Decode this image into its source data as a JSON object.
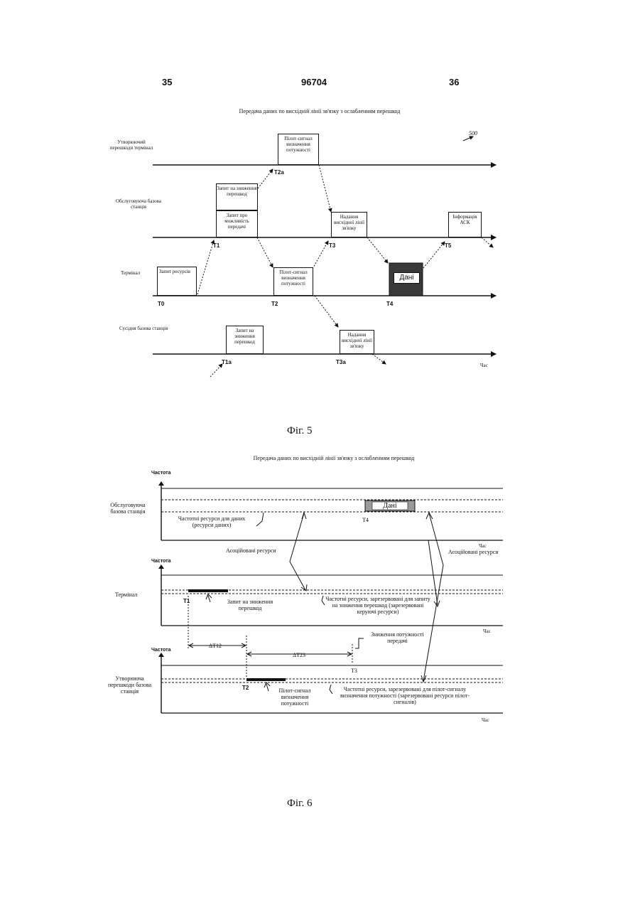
{
  "header": {
    "page_left": "35",
    "doc_number": "96704",
    "page_right": "36"
  },
  "fig5": {
    "title": "Передача даних по висхідній лінії зв'язку з ослабленням перешкод",
    "ref_number": "500",
    "rows": {
      "interfering_terminal": "Утворюючий перешкоди термінал",
      "serving_bs": "Обслуговуюча базова станція",
      "terminal": "Термінал",
      "neighbor_bs": "Сусідня базова станція"
    },
    "boxes": {
      "pilot_top": "Пілот-сигнал визначення потужності",
      "reduce_req": "Запит на зниження перешкод",
      "tx_capability": "Запит про можливість передачі",
      "uplink_grant": "Надання висхідної лінії зв'язку",
      "ack_info": "Інформація АСК",
      "resource_req": "Запит ресурсів",
      "pilot_terminal": "Пілот-сигнал визначення потужності",
      "data": "Дані",
      "neighbor_reduce_req": "Запит на зниження перешкод",
      "neighbor_grant": "Надання висхідної лінії зв'язку"
    },
    "times": {
      "t2a": "T2a",
      "t1": "T1",
      "t3": "T3",
      "t5": "T5",
      "t0": "T0",
      "t2": "T2",
      "t4": "T4",
      "t1a": "T1a",
      "t3a": "T3a"
    },
    "time_label": "Час",
    "caption": "Фіг. 5"
  },
  "fig6": {
    "title": "Передача даних по висхідній лінії зв'язку з ослабленням перешкод",
    "axis_freq": "Частота",
    "axis_time": "Час",
    "rows": {
      "serving_bs": "Обслуговуюча базова станція",
      "terminal": "Термінал",
      "interfering_bs": "Утворюючa перешкоди базова станція"
    },
    "data_box": "Дані",
    "data_resources": "Частотні ресурси для даних (ресурси даних)",
    "associated_left": "Асоційовані ресурси",
    "associated_right": "Асоційовані ресурси",
    "reduce_req_label": "Запит на зниження перешкод",
    "reserved_request": "Частотні ресурси, зарезервовані для запиту на зниження перешкод (зарезервовані керуючі ресурси)",
    "power_reduction": "Зниження потужності передачі",
    "pilot_label": "Пілот-сигнал визначення потужності",
    "reserved_pilot": "Частотні ресурси, зарезервовані для пілот-сигналу визначення потужності (зарезервовані ресурси пілот-сигналів)",
    "times": {
      "t1": "T1",
      "t2": "T2",
      "t3": "T3",
      "t4": "T4",
      "dt12": "ΔT12",
      "dt23": "ΔT23"
    },
    "caption": "Фіг. 6"
  }
}
